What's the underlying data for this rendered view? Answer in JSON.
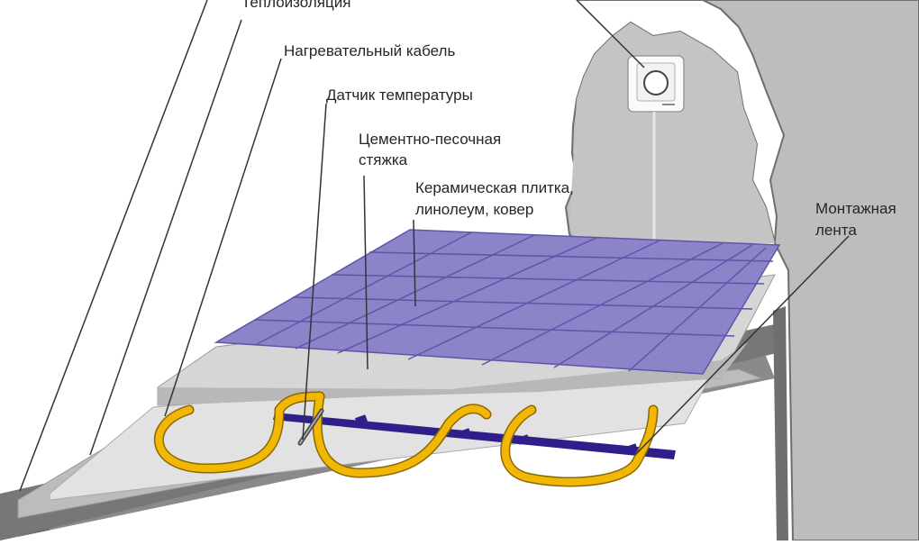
{
  "labels": {
    "insulation": "Теплоизоляция",
    "heating_cable": "Нагревательный кабель",
    "temp_sensor": "Датчик температуры",
    "screed_line1": "Цементно-песочная",
    "screed_line2": "стяжка",
    "finish_line1": "Керамическая плитка,",
    "finish_line2": "линолеум, ковер",
    "tape_line1": "Монтажная",
    "tape_line2": "лента"
  },
  "colors": {
    "tile": "#8c84c8",
    "tile_grout": "#5f55a8",
    "cable": "#f2b705",
    "tape": "#2e1f8a",
    "screed": "#e2e2e2",
    "concrete": "#858585",
    "wall": "#bdbdbd"
  }
}
